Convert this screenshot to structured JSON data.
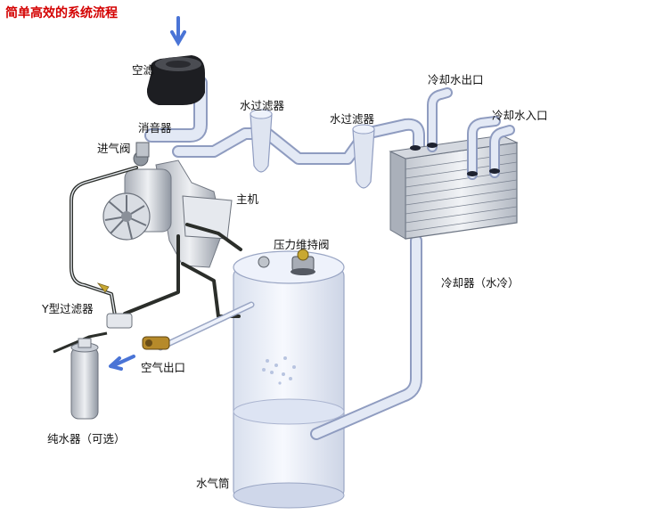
{
  "title": "简单高效的系统流程",
  "labels": {
    "air_filter": "空滤",
    "silencer": "消音器",
    "intake_valve": "进气阀",
    "main_unit": "主机",
    "water_filter_1": "水过滤器",
    "water_filter_2": "水过滤器",
    "cooling_water_outlet": "冷却水出口",
    "cooling_water_inlet": "冷却水入口",
    "pressure_valve": "压力维持阀",
    "cooler": "冷却器（水冷）",
    "y_filter": "Y型过滤器",
    "air_outlet": "空气出口",
    "pure_water_unit": "纯水器（可选）",
    "water_air_tank": "水气筒"
  },
  "colors": {
    "title": "#d40000",
    "pipe_fill": "#dfe6f4",
    "pipe_stroke": "#8f9cc0",
    "oil_line": "#2b2e2a",
    "tank": "#eef2fb"
  }
}
